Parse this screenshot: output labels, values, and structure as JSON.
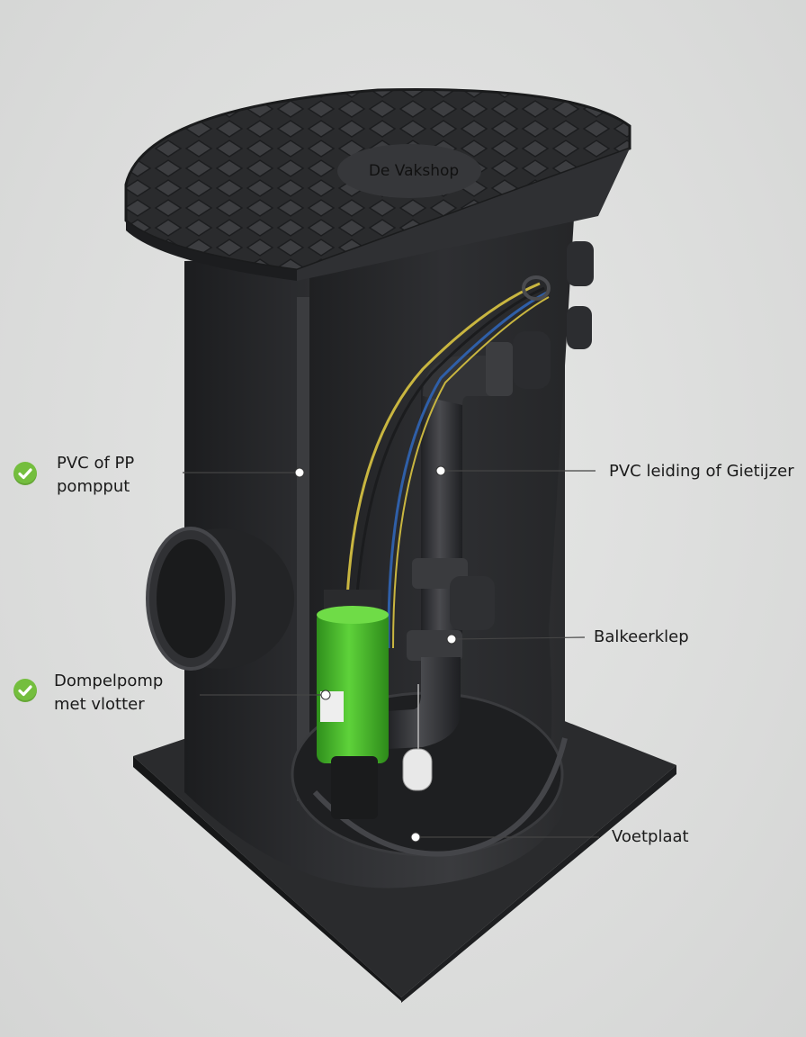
{
  "cover": {
    "brand": "De Vakshop"
  },
  "callouts": [
    {
      "id": "pvc-pompput",
      "lines": [
        "PVC of PP",
        "pompput"
      ],
      "checked": true
    },
    {
      "id": "dompelpomp",
      "lines": [
        "Dompelpomp",
        "met vlotter"
      ],
      "checked": true
    },
    {
      "id": "pvc-leiding",
      "lines": [
        "PVC leiding of Gietijzer"
      ],
      "checked": false
    },
    {
      "id": "balkeerklep",
      "lines": [
        "Balkeerklep"
      ],
      "checked": false
    },
    {
      "id": "voetplaat",
      "lines": [
        "Voetplaat"
      ],
      "checked": false
    }
  ],
  "colors": {
    "background": "#dddedd",
    "plastic": "#2b2c2e",
    "pump_green": "#4cbf2a",
    "check_green": "#74be3e",
    "cable_yellow": "#c9b640",
    "cable_blue": "#2f5fa8"
  },
  "icons": {
    "check": "check-circle-icon"
  }
}
